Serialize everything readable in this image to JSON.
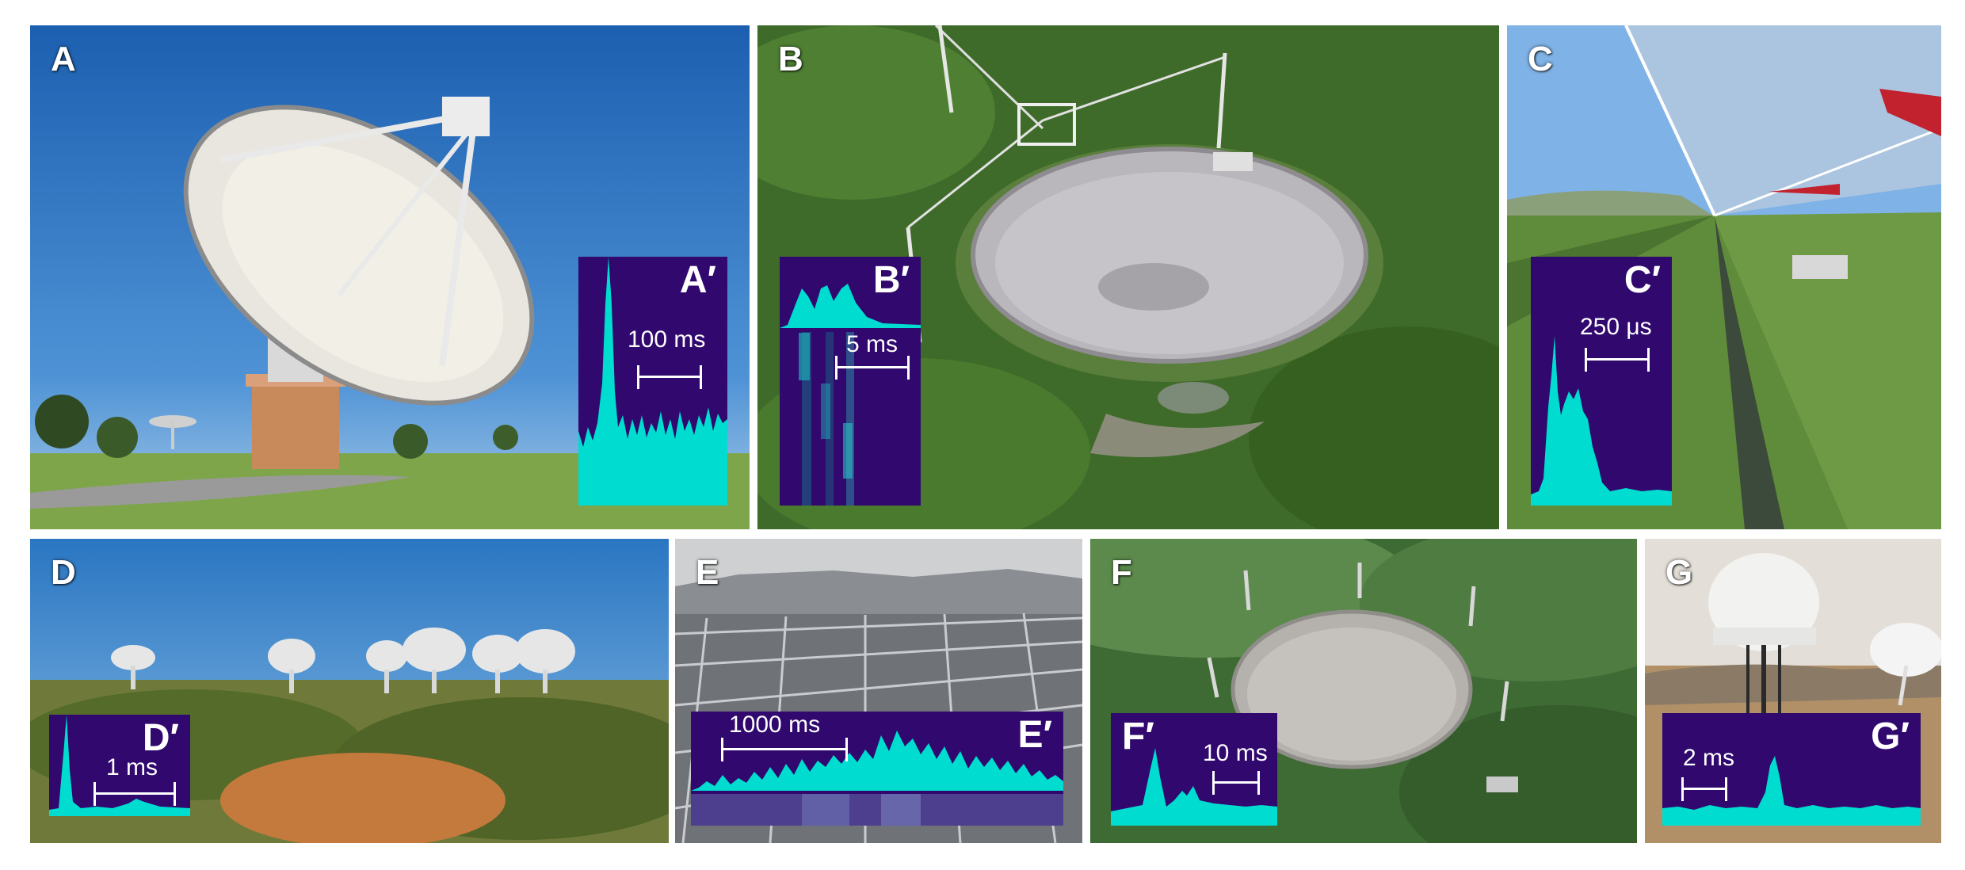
{
  "panels": {
    "a": {
      "label": "A",
      "inset_label": "A′",
      "scale_text": "100 ms"
    },
    "b": {
      "label": "B",
      "inset_label": "B′",
      "scale_text": "5 ms"
    },
    "c": {
      "label": "C",
      "inset_label": "C′",
      "scale_text": "250 μs"
    },
    "d": {
      "label": "D",
      "inset_label": "D′",
      "scale_text": "1 ms"
    },
    "e": {
      "label": "E",
      "inset_label": "E′",
      "scale_text": "1000 ms"
    },
    "f": {
      "label": "F",
      "inset_label": "F′",
      "scale_text": "10 ms"
    },
    "g": {
      "label": "G",
      "inset_label": "G′",
      "scale_text": "2 ms"
    }
  },
  "colors": {
    "inset_background": "#30086e",
    "pulse_profile": "#00dcd0",
    "label": "#ffffff"
  }
}
